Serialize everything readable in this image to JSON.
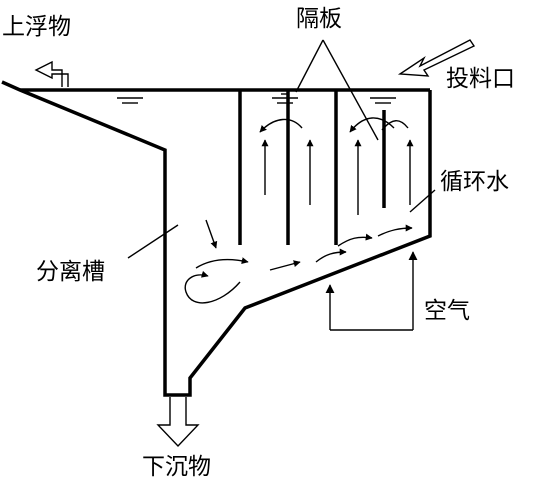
{
  "labels": {
    "float_out": "上浮物",
    "partition": "隔板",
    "feed_inlet": "投料口",
    "circulating_water": "循环水",
    "separation_tank": "分离槽",
    "air": "空气",
    "sediment_out": "下沉物"
  },
  "colors": {
    "stroke": "#000000",
    "background": "#ffffff"
  }
}
